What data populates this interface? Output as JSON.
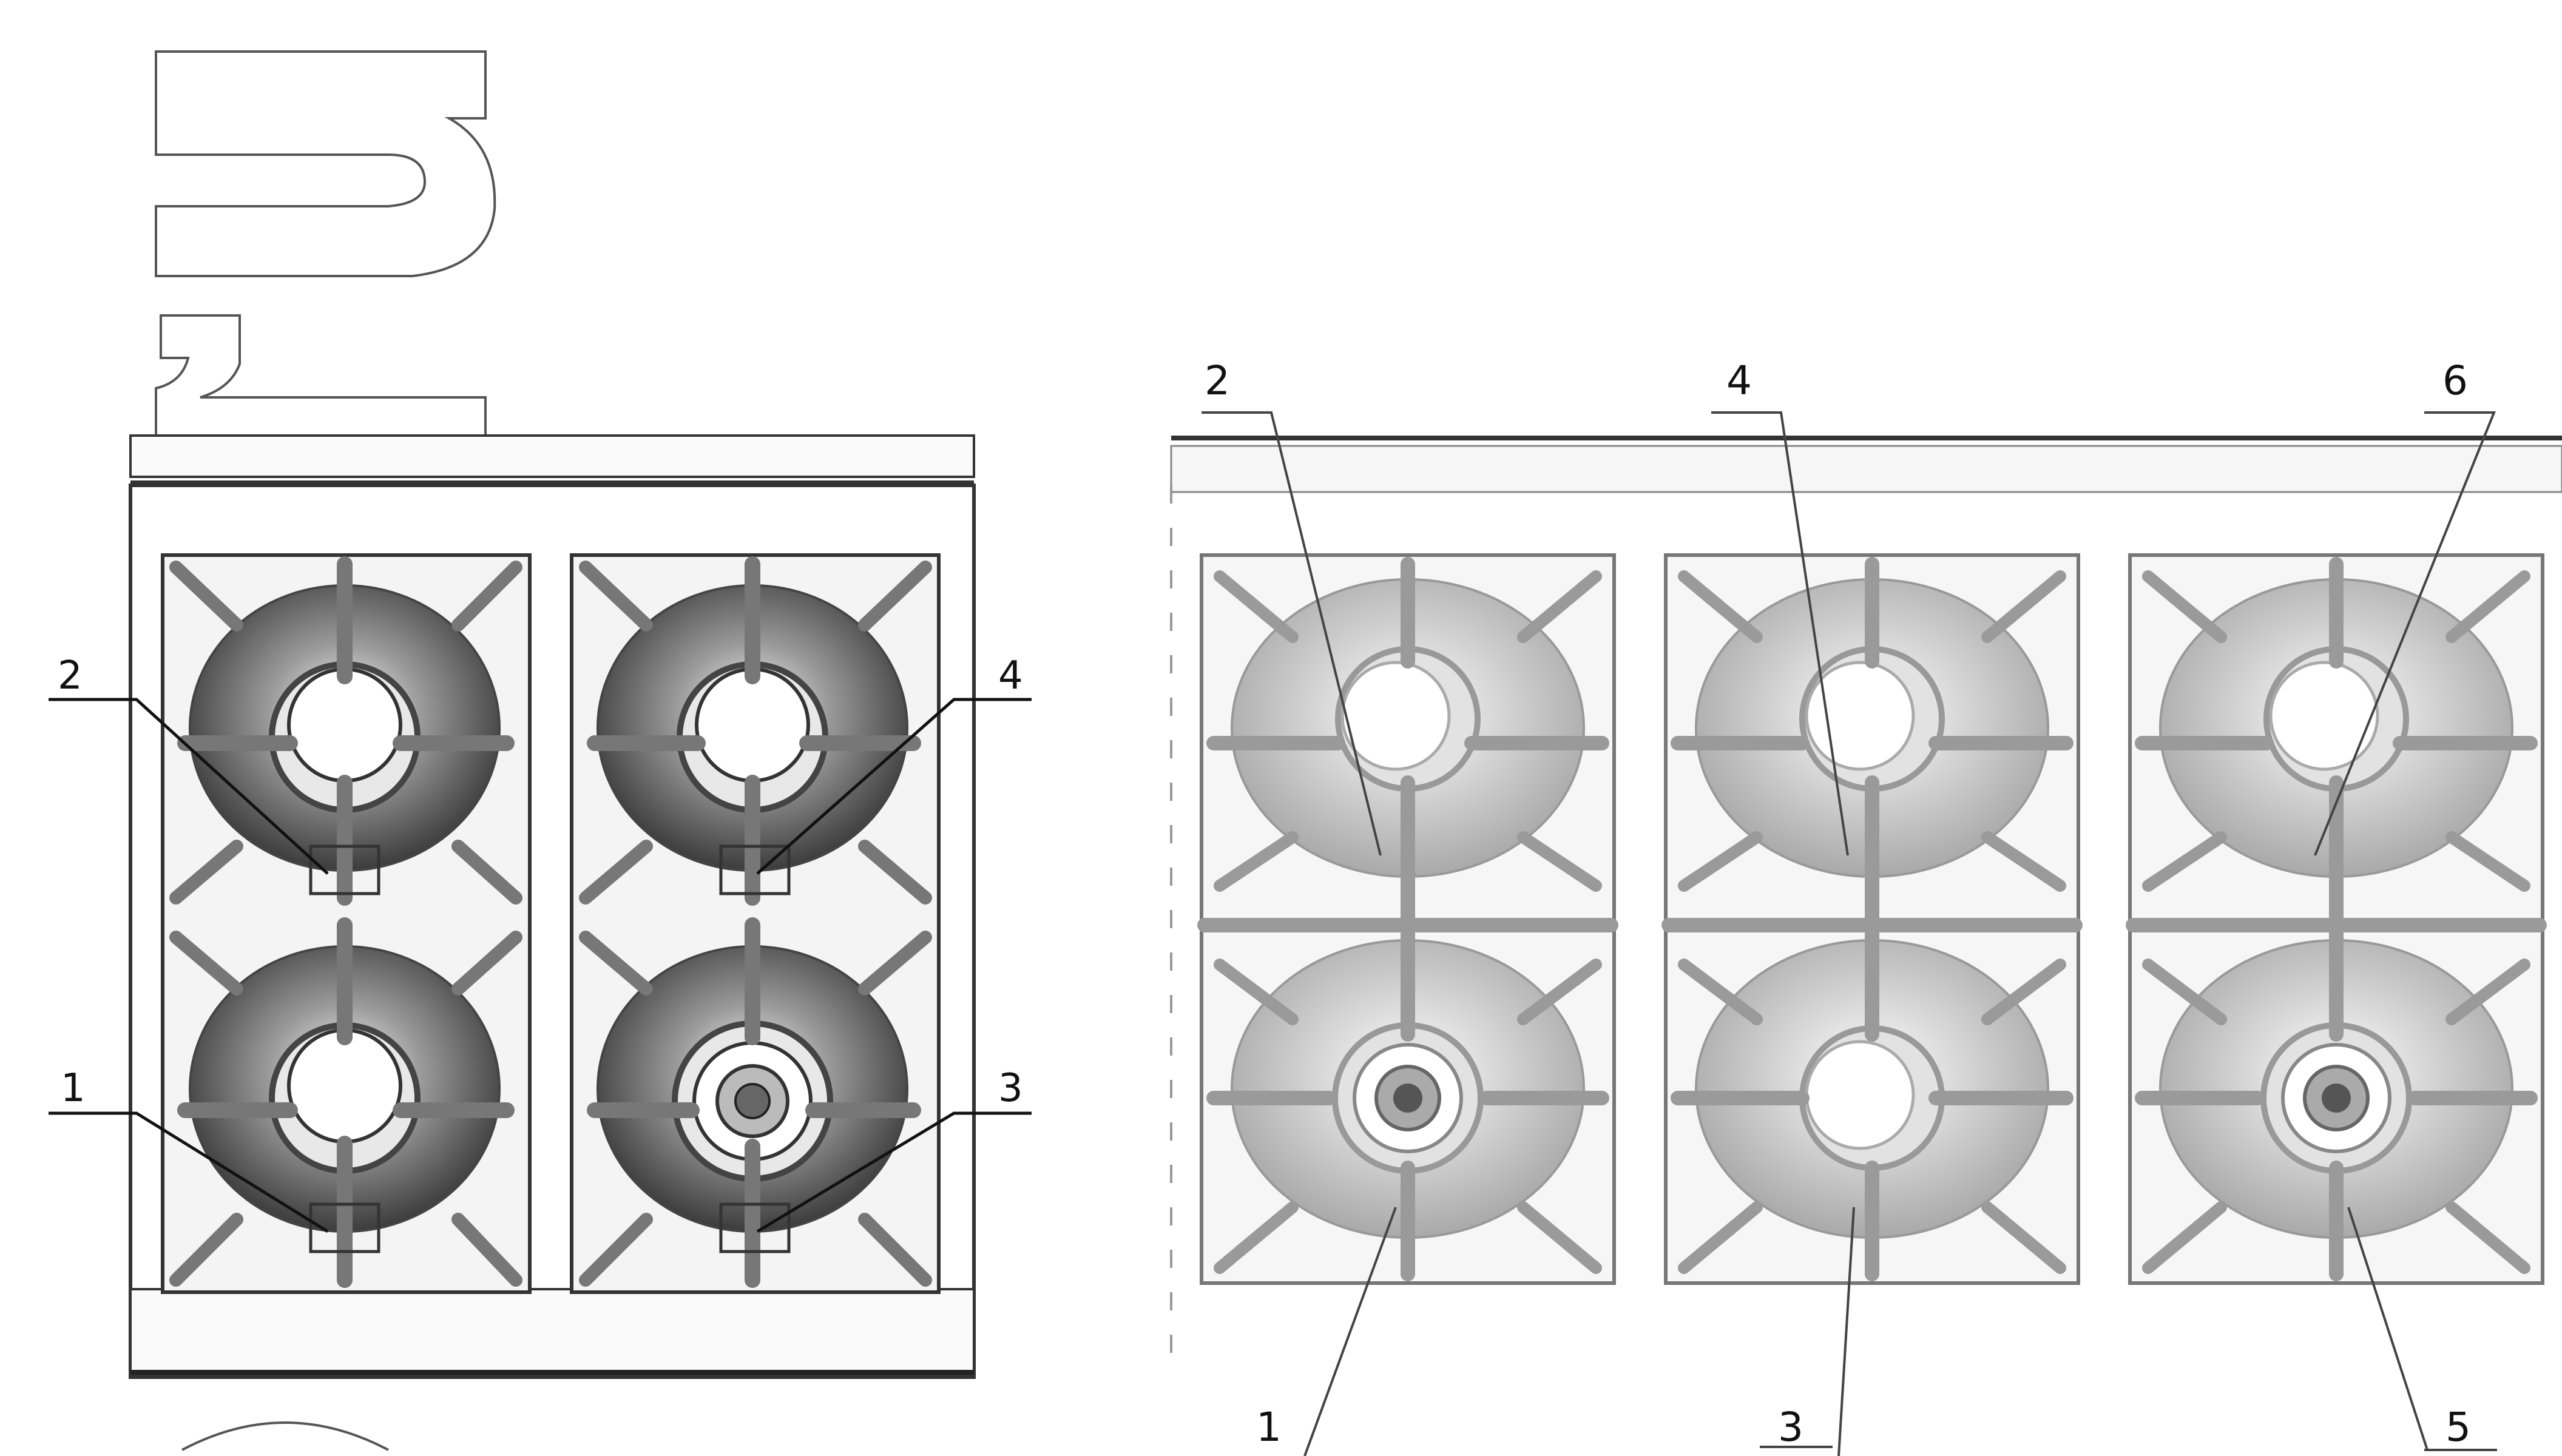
{
  "left_diagram": {
    "callouts": [
      {
        "label": "2"
      },
      {
        "label": "4"
      },
      {
        "label": "1"
      },
      {
        "label": "3"
      }
    ]
  },
  "right_diagram": {
    "callouts": [
      {
        "label": "2"
      },
      {
        "label": "4"
      },
      {
        "label": "6"
      },
      {
        "label": "1"
      },
      {
        "label": "3"
      },
      {
        "label": "5"
      }
    ]
  },
  "colors": {
    "line": "#333333",
    "burner_dark": "#666666",
    "grate": "#777777",
    "panel_fill": "#f4f4f4"
  }
}
